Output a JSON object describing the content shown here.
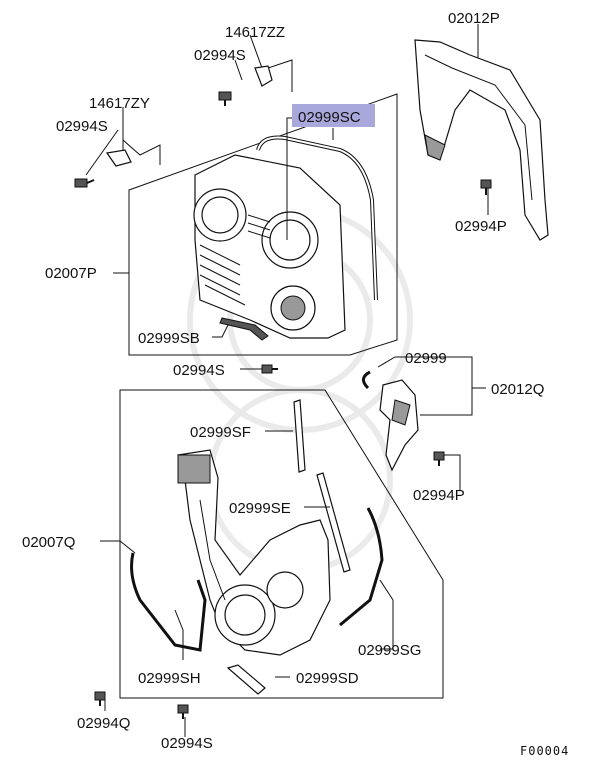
{
  "labels": {
    "p14617zz": "14617ZZ",
    "p02994s_top": "02994S",
    "p14617zy": "14617ZY",
    "p02994s_left": "02994S",
    "p02999sc": "02999SC",
    "p02012p": "02012P",
    "p02994p_top": "02994P",
    "p02007p": "02007P",
    "p02999sb": "02999SB",
    "p02994s_mid": "02994S",
    "p02999": "02999",
    "p02012q": "02012Q",
    "p02999sf": "02999SF",
    "p02994p_mid": "02994P",
    "p02999se": "02999SE",
    "p02007q": "02007Q",
    "p02999sg": "02999SG",
    "p02999sh": "02999SH",
    "p02999sd": "02999SD",
    "p02994q": "02994Q",
    "p02994s_bottom": "02994S"
  },
  "figure_number": "F00004",
  "colors": {
    "highlight": "#a9a8dd",
    "ink": "#111111"
  }
}
